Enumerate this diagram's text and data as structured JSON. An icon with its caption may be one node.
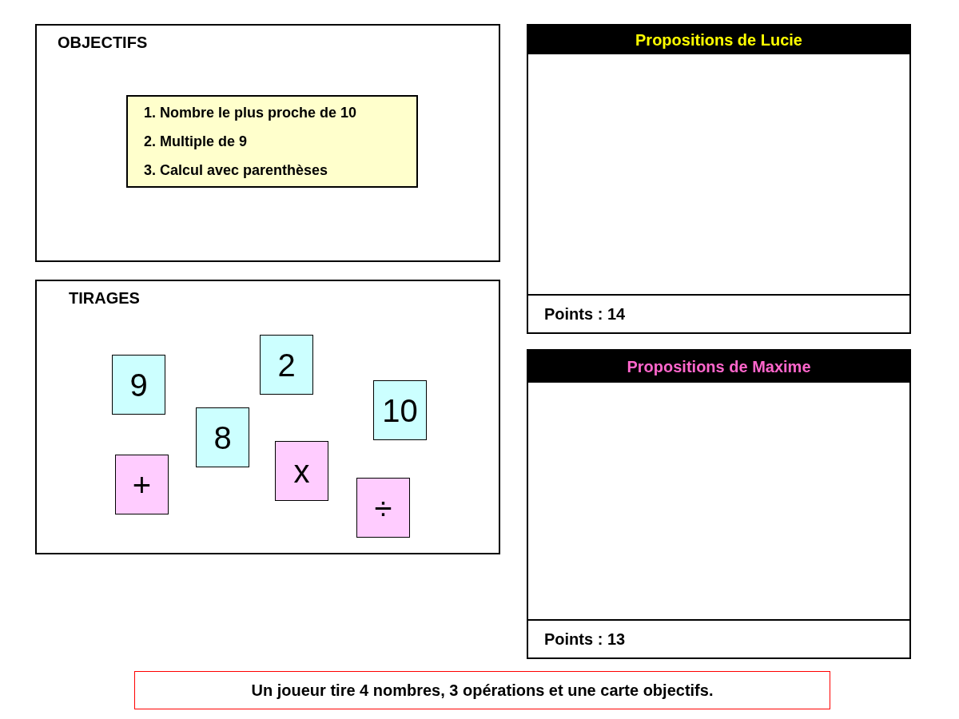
{
  "diagram": {
    "nodes": [
      {
        "text": [
          "OBJECTIFS"
        ]
      },
      {
        "text": [
          "1. Nombre le plus proche de 10",
          "2. Multiple de 9",
          "3. Calcul avec parenthèses"
        ],
        "in": 0
      },
      {
        "text": [
          "TIRAGES"
        ]
      },
      {
        "text": [
          "2"
        ],
        "in": 2
      },
      {
        "text": [
          "9"
        ],
        "in": 2
      },
      {
        "text": [
          "10"
        ],
        "in": 2
      },
      {
        "text": [
          "8"
        ],
        "in": 2
      },
      {
        "text": [
          "x"
        ],
        "in": 2
      },
      {
        "text": [
          "+"
        ],
        "in": 2
      },
      {
        "text": [
          "÷"
        ],
        "in": 2
      },
      {
        "text": [
          "Propositions de Lucie",
          "Points : 14"
        ]
      },
      {
        "text": [
          "Propositions de Maxime",
          "Points : 13"
        ]
      },
      {
        "text": [
          "Un joueur tire 4 nombres, 3 opérations et une carte objectifs."
        ]
      }
    ],
    "edges": []
  }
}
